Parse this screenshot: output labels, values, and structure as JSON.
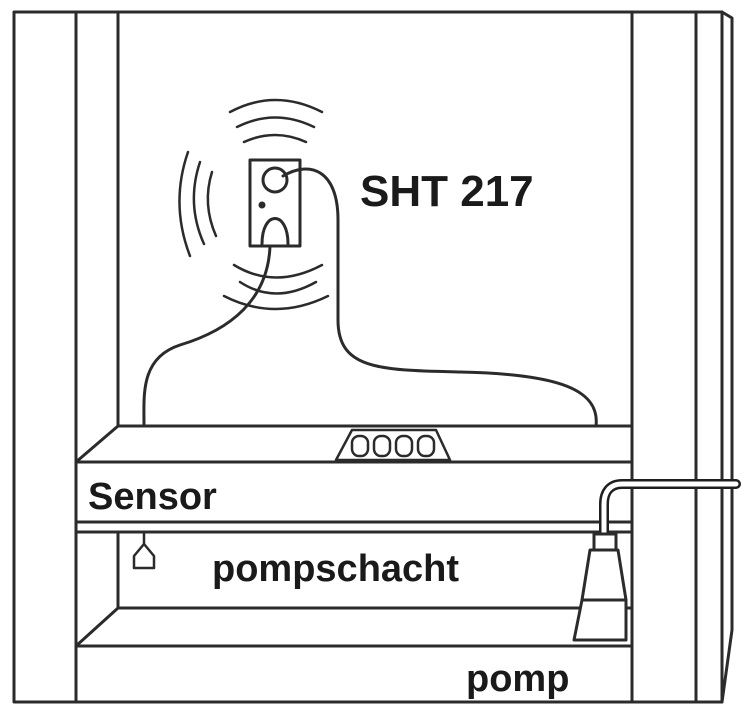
{
  "labels": {
    "device": "SHT 217",
    "sensor": "Sensor",
    "pump_pit": "pompschacht",
    "pump": "pomp"
  },
  "colors": {
    "line": "#2b2b2b",
    "shelf_fill": "#ffffff",
    "text": "#1a1a1a"
  }
}
